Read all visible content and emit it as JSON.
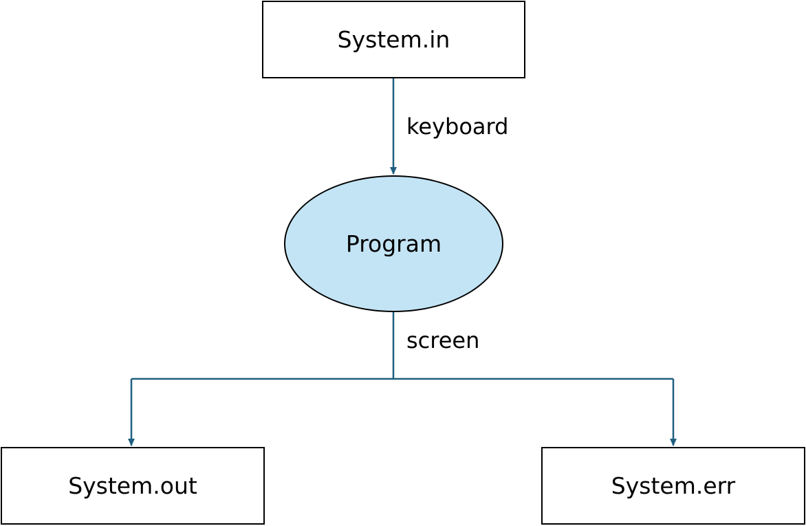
{
  "nodes": {
    "input": {
      "label": "System.in"
    },
    "program": {
      "label": "Program"
    },
    "output": {
      "label": "System.out"
    },
    "error": {
      "label": "System.err"
    }
  },
  "edges": {
    "keyboard": {
      "label": "keyboard"
    },
    "screen": {
      "label": "screen"
    }
  },
  "colors": {
    "connector": "#1f5f80",
    "program_fill": "#c3e4f5",
    "box_border": "#000000",
    "text": "#000000"
  }
}
